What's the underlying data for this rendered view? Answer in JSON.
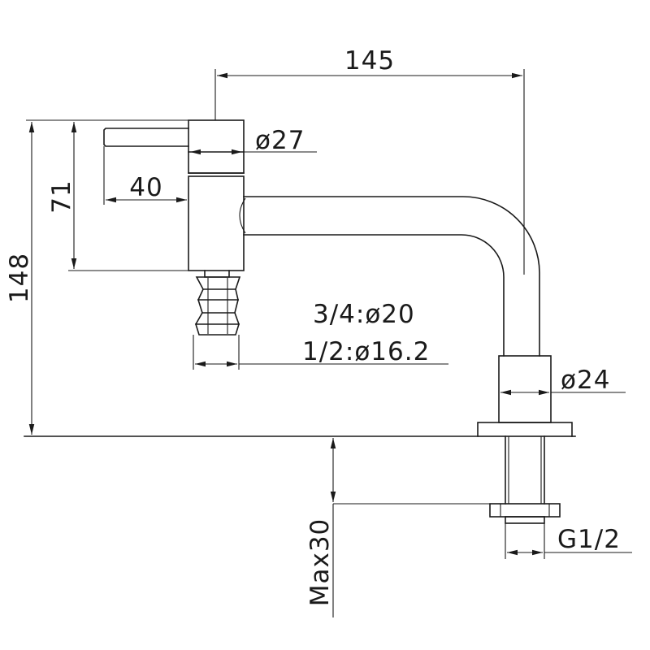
{
  "dimensions": {
    "overall_width": "145",
    "total_height": "148",
    "handle_height": "71",
    "handle_length": "40",
    "body_diameter": "ø27",
    "hose_3_4": "3/4:ø20",
    "hose_1_2": "1/2:ø16.2",
    "base_diameter": "ø24",
    "max_thickness": "Max30",
    "thread": "G1/2"
  },
  "colors": {
    "line": "#1a1a1a",
    "background": "#ffffff"
  }
}
